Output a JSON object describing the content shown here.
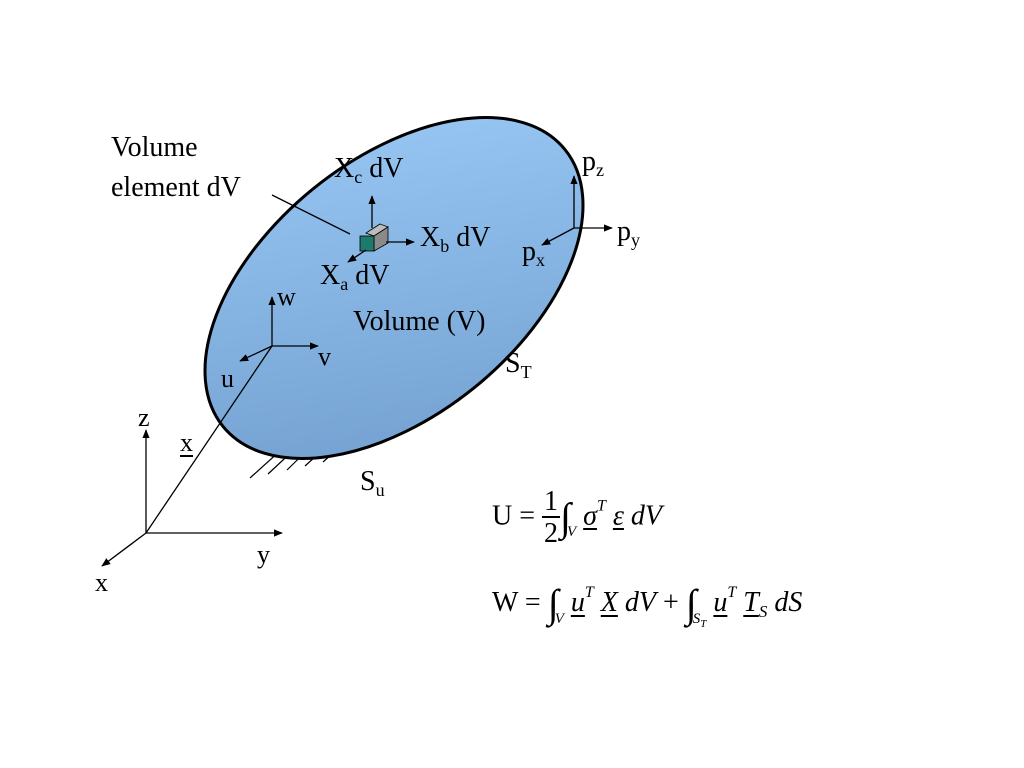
{
  "labels": {
    "volume_element_line1": "Volume",
    "volume_element_line2": "element dV",
    "xc_main": "X",
    "xc_sub": "c",
    "xc_rest": " dV",
    "xb_main": "X",
    "xb_sub": "b",
    "xb_rest": " dV",
    "xa_main": "X",
    "xa_sub": "a",
    "xa_rest": " dV",
    "pz_main": "p",
    "pz_sub": "z",
    "py_main": "p",
    "py_sub": "y",
    "px_main": "p",
    "px_sub": "x",
    "volume": "Volume (V)",
    "st_main": "S",
    "st_sub": "T",
    "su_main": "S",
    "su_sub": "u",
    "w": "w",
    "v": "v",
    "u": "u",
    "z": "z",
    "x_vec": "x",
    "y": "y",
    "x_axis": "x"
  },
  "equations": {
    "U": {
      "lhs": "U =",
      "num": "1",
      "den": "2",
      "int": "∫",
      "lim": "V",
      "sigma": "σ",
      "supT": "T",
      "eps": "ε",
      "dV": "dV"
    },
    "W": {
      "lhs": "W =",
      "int1": "∫",
      "lim1": "V",
      "u1": "u",
      "supT1": "T",
      "X": "X",
      "dV": "dV",
      "plus": "+",
      "int2": "∫",
      "lim2_main": "S",
      "lim2_sub": "T",
      "u2": "u",
      "supT2": "T",
      "Tvec": "T",
      "Tsub": "S",
      "dS": "dS"
    }
  },
  "colors": {
    "ellipse_light": "#9ccbf8",
    "ellipse_dark": "#6f9ccc",
    "cube_front": "#1f7a6e",
    "cube_side": "#8a8a8a"
  }
}
